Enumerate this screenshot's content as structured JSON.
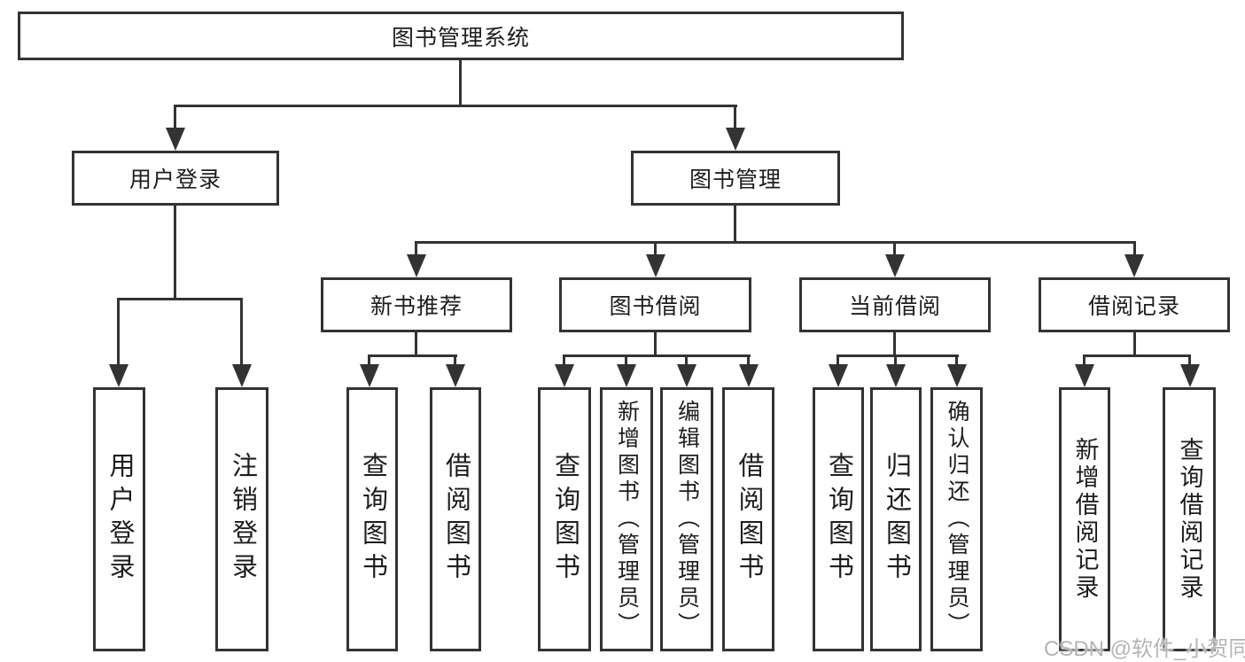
{
  "tree": {
    "root": "图书管理系统",
    "children": [
      {
        "label": "用户登录",
        "children": [
          "用户登录",
          "注销登录"
        ]
      },
      {
        "label": "图书管理",
        "children": [
          {
            "label": "新书推荐",
            "children": [
              "查询图书",
              "借阅图书"
            ]
          },
          {
            "label": "图书借阅",
            "children": [
              "查询图书",
              "新增图书（管理员）",
              "编辑图书（管理员）",
              "借阅图书"
            ]
          },
          {
            "label": "当前借阅",
            "children": [
              "查询图书",
              "归还图书",
              "确认归还（管理员）"
            ]
          },
          {
            "label": "借阅记录",
            "children": [
              "新增借阅记录",
              "查询借阅记录"
            ]
          }
        ]
      }
    ]
  },
  "watermark": "CSDN @软件_小贺同学",
  "colors": {
    "line": "#333333",
    "box_border": "#333333",
    "text": "#1d1d1f",
    "watermark": "#b1b1b1",
    "background": "#ffffff"
  }
}
